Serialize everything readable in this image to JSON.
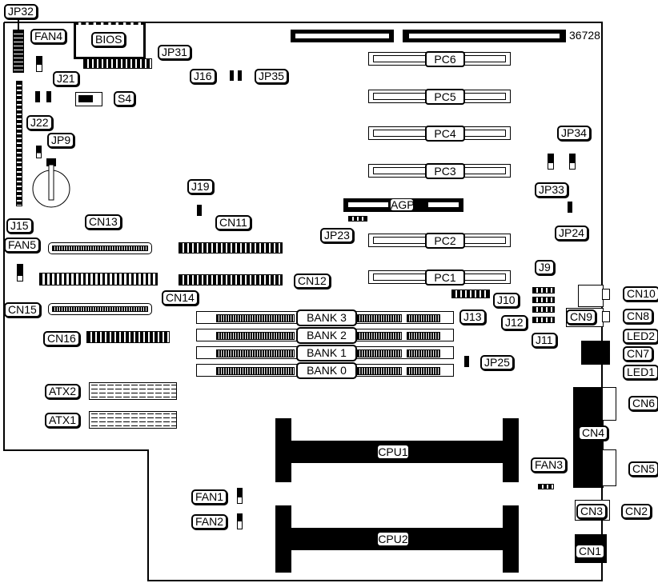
{
  "diagram": {
    "title": "Motherboard component layout",
    "board_id": "36728",
    "labels": {
      "JP32": "JP32",
      "FAN4": "FAN4",
      "BIOS": "BIOS",
      "JP31": "JP31",
      "J16": "J16",
      "JP35": "JP35",
      "J21": "J21",
      "J22": "J22",
      "S4": "S4",
      "JP9": "JP9",
      "J15": "J15",
      "FAN5": "FAN5",
      "J19": "J19",
      "CN13": "CN13",
      "CN11": "CN11",
      "CN12": "CN12",
      "CN14": "CN14",
      "CN15": "CN15",
      "CN16": "CN16",
      "ATX2": "ATX2",
      "ATX1": "ATX1",
      "JP23": "JP23",
      "JP34": "JP34",
      "JP33": "JP33",
      "JP24": "JP24",
      "J9": "J9",
      "J10": "J10",
      "J12": "J12",
      "J11": "J11",
      "J13": "J13",
      "JP25": "JP25",
      "CN10": "CN10",
      "CN9": "CN9",
      "CN8": "CN8",
      "LED2": "LED2",
      "CN7": "CN7",
      "LED1": "LED1",
      "CN6": "CN6",
      "CN4": "CN4",
      "CN5": "CN5",
      "CN3": "CN3",
      "CN2": "CN2",
      "CN1": "CN1",
      "FAN1": "FAN1",
      "FAN2": "FAN2",
      "FAN3": "FAN3"
    },
    "pci_slots": [
      "PC6",
      "PC5",
      "PC4",
      "PC3",
      "PC2",
      "PC1"
    ],
    "agp_slot": "AGP",
    "memory_banks": [
      "BANK 3",
      "BANK 2",
      "BANK 1",
      "BANK 0"
    ],
    "cpu_slots": [
      "CPU1",
      "CPU2"
    ]
  }
}
